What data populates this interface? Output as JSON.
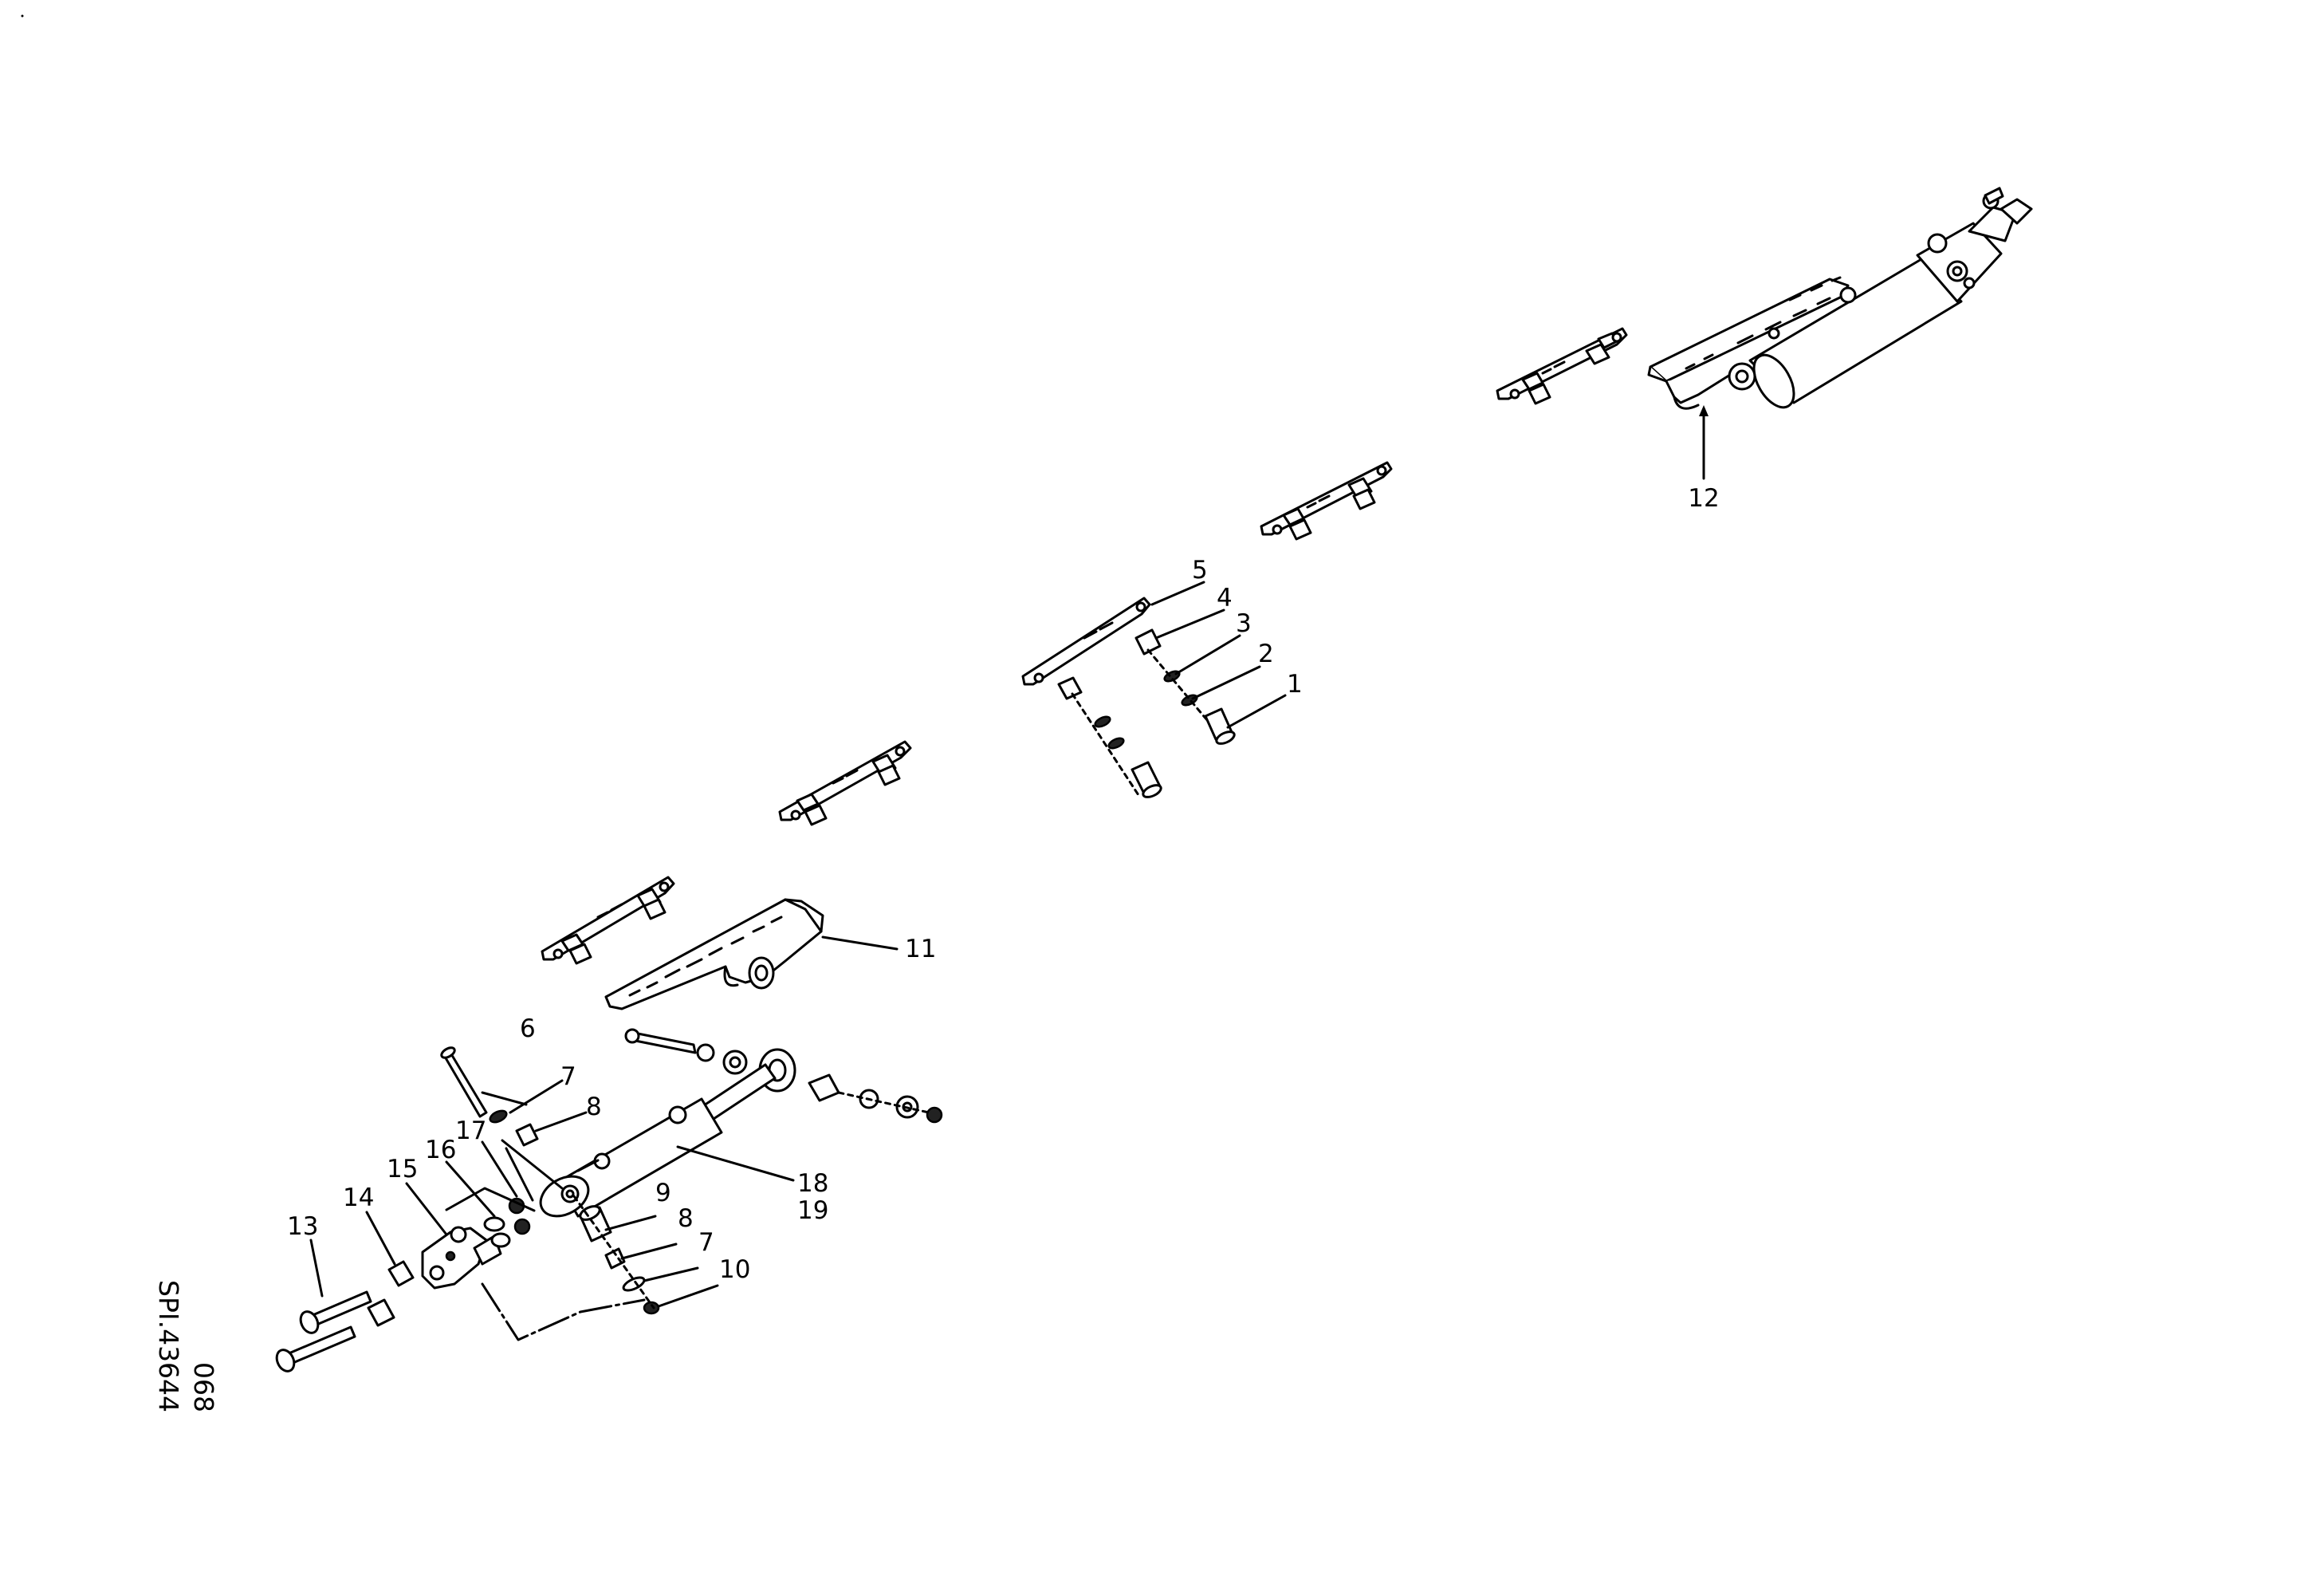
{
  "drawing": {
    "code_line1": "SPI.43644",
    "code_line2": "068"
  },
  "callouts": {
    "c1": "1",
    "c2": "2",
    "c3": "3",
    "c4": "4",
    "c5": "5",
    "c6": "6",
    "c7a": "7",
    "c7b": "7",
    "c8a": "8",
    "c8b": "8",
    "c9": "9",
    "c10": "10",
    "c11": "11",
    "c12": "12",
    "c13": "13",
    "c14": "14",
    "c15": "15",
    "c16": "16",
    "c17": "17",
    "c18": "18",
    "c19": "19"
  }
}
